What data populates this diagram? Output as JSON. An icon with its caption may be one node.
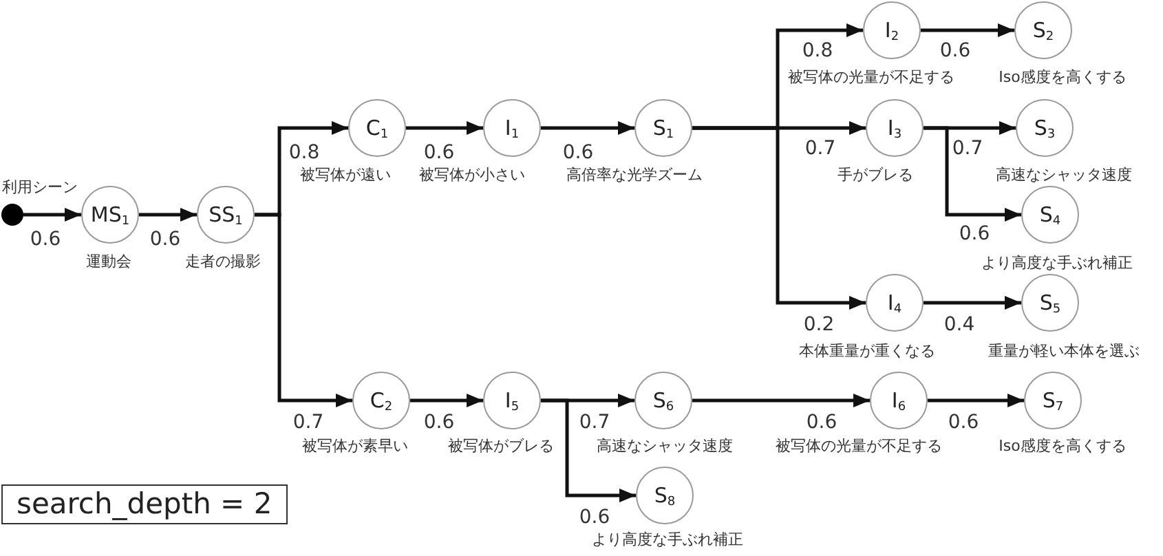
{
  "diagram": {
    "nodes": [
      {
        "text": [],
        "shape": "circle",
        "beside": [
          "利用シーン"
        ]
      },
      {
        "text": [
          "MS$_{1}$"
        ],
        "beside": [
          "運動会"
        ]
      },
      {
        "text": [
          "SS$_{1}$"
        ],
        "beside": [
          "走者の撮影"
        ]
      },
      {
        "text": [
          "C$_{1}$"
        ],
        "beside": [
          "被写体が遠い"
        ]
      },
      {
        "text": [
          "I$_{1}$"
        ],
        "beside": [
          "被写体が小さい"
        ]
      },
      {
        "text": [
          "S$_{1}$"
        ],
        "beside": [
          "高倍率な光学ズーム"
        ]
      },
      {
        "text": [
          "I$_{2}$"
        ],
        "beside": [
          "被写体の光量が不足する"
        ]
      },
      {
        "text": [
          "S$_{2}$"
        ],
        "beside": [
          "Iso感度を高くする"
        ]
      },
      {
        "text": [
          "I$_{3}$"
        ],
        "beside": [
          "手がブレる"
        ]
      },
      {
        "text": [
          "S$_{3}$"
        ],
        "beside": [
          "高速なシャッタ速度"
        ]
      },
      {
        "text": [
          "S$_{4}$"
        ],
        "beside": [
          "より高度な手ぶれ補正"
        ]
      },
      {
        "text": [
          "I$_{4}$"
        ],
        "beside": [
          "本体重量が重くなる"
        ]
      },
      {
        "text": [
          "S$_{5}$"
        ],
        "beside": [
          "重量が軽い本体を選ぶ"
        ]
      },
      {
        "text": [
          "C$_{2}$"
        ],
        "beside": [
          "被写体が素早い"
        ]
      },
      {
        "text": [
          "I$_{5}$"
        ],
        "beside": [
          "被写体がブレる"
        ]
      },
      {
        "text": [
          "S$_{6}$"
        ],
        "beside": [
          "高速なシャッタ速度"
        ]
      },
      {
        "text": [
          "I$_{6}$"
        ],
        "beside": [
          "被写体の光量が不足する"
        ]
      },
      {
        "text": [
          "S$_{7}$"
        ],
        "beside": [
          "Iso感度を高くする"
        ]
      },
      {
        "text": [
          "S$_{8}$"
        ],
        "beside": [
          "より高度な手ぶれ補正"
        ]
      },
      {
        "text": [
          "search_depth = 2"
        ]
      }
    ],
    "edges": [
      {
        "from": 0,
        "to": 1,
        "arrow": "to",
        "label": "0.6"
      },
      {
        "from": 1,
        "to": 2,
        "arrow": "to",
        "label": "0.6"
      },
      {
        "from": 2,
        "to": 3,
        "arrow": "to",
        "label": "0.8"
      },
      {
        "from": 2,
        "to": 13,
        "arrow": "to",
        "label": "0.7"
      },
      {
        "from": 3,
        "to": 4,
        "arrow": "to",
        "label": "0.6"
      },
      {
        "from": 4,
        "to": 5,
        "arrow": "to",
        "label": "0.6"
      },
      {
        "from": 5,
        "to": 6,
        "arrow": "to",
        "label": "0.8"
      },
      {
        "from": 5,
        "to": 8,
        "arrow": "to",
        "label": "0.7"
      },
      {
        "from": 5,
        "to": 11,
        "arrow": "to",
        "label": "0.2"
      },
      {
        "from": 6,
        "to": 7,
        "arrow": "to",
        "label": "0.6"
      },
      {
        "from": 8,
        "to": 9,
        "arrow": "to",
        "label": "0.7"
      },
      {
        "from": 8,
        "to": 10,
        "arrow": "to",
        "label": "0.6"
      },
      {
        "from": 11,
        "to": 12,
        "arrow": "to",
        "label": "0.4"
      },
      {
        "from": 13,
        "to": 14,
        "arrow": "to",
        "label": "0.6"
      },
      {
        "from": 14,
        "to": 15,
        "arrow": "to",
        "label": "0.7"
      },
      {
        "from": 14,
        "to": 18,
        "arrow": "to",
        "label": "0.6"
      },
      {
        "from": 15,
        "to": 16,
        "arrow": "to",
        "label": "0.6"
      },
      {
        "from": 16,
        "to": 17,
        "arrow": "to",
        "label": "0.6"
      }
    ]
  }
}
